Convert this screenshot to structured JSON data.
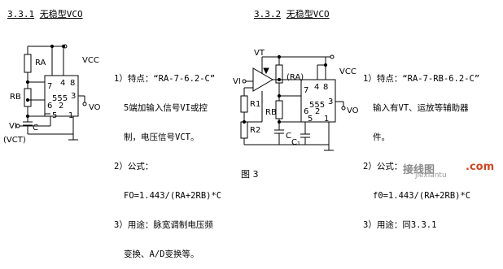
{
  "sections": [
    {
      "num": "3.3.1",
      "title": "无稳型VCO",
      "desc_lines": [
        "1）特点：“RA-7-6.2-C”",
        "5端加输入信号VI或控",
        "制，电压信号VCT。",
        "2）公式：",
        "FO=1.443/(RA+2RB)*C",
        "3）用途：脉宽调制电压频",
        "变换、A/D变换等。"
      ]
    },
    {
      "num": "3.3.2",
      "title": "无稳型VCO",
      "desc_lines": [
        "1）特点：“RA-7-RB-6.2-C”",
        "输入有VT、运放等辅助器",
        "件。",
        "2）公式：",
        "f0=1.443/(RA+2RB)*C",
        "3）用途：同3.3.1"
      ]
    }
  ],
  "circuit1": {
    "ra": "RA",
    "rb": "RB",
    "c": "C",
    "vcc": "VCC",
    "vo": "VO",
    "vi": "VI",
    "vct": "(VCT)",
    "chip": "555",
    "pins": {
      "p7": "7",
      "p4": "4",
      "p8": "8",
      "p6": "6",
      "p2": "2",
      "p3": "3",
      "p5": "5",
      "p1": "1"
    }
  },
  "circuit2": {
    "vt": "VT",
    "vi": "VI",
    "ra": "(RA)",
    "r1": "R1",
    "r2": "R2",
    "rb": "RB",
    "c": "C",
    "c1": "C₁",
    "vcc": "VCC",
    "vo": "VO",
    "chip": "555",
    "pins": {
      "p7": "7",
      "p4": "4",
      "p8": "8",
      "p6": "6",
      "p2": "2",
      "p3": "3",
      "p5": "5",
      "p1": "1"
    }
  },
  "figure_label": "图 3",
  "watermark": {
    "main": "接线图",
    "sub": "jiexiantu",
    "domain": ".com"
  }
}
